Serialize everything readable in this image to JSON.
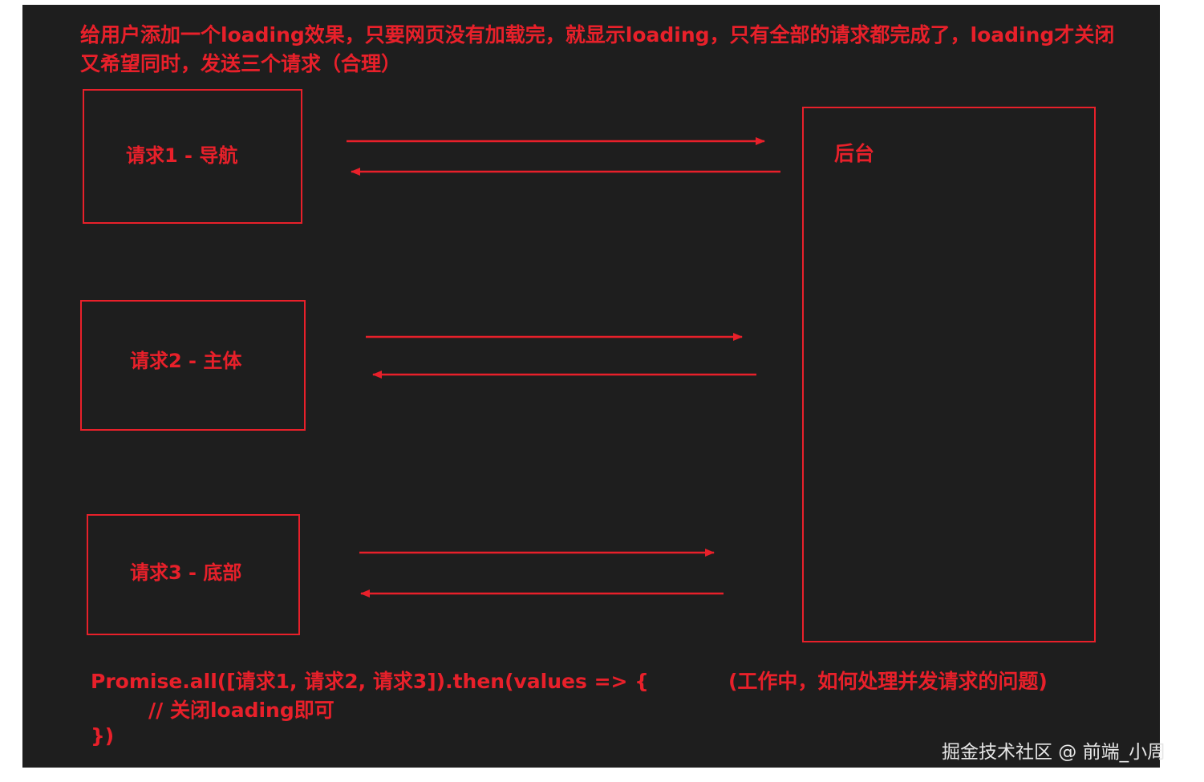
{
  "colors": {
    "background": "#1e1e1e",
    "accent": "#e8202a",
    "watermark": "#e6e6e6"
  },
  "header": {
    "line1": "给用户添加一个loading效果，只要网页没有加载完，就显示loading，只有全部的请求都完成了，loading才关闭",
    "line2": "又希望同时，发送三个请求（合理）"
  },
  "requests": [
    {
      "label": "请求1 - 导航"
    },
    {
      "label": "请求2 - 主体"
    },
    {
      "label": "请求3 - 底部"
    }
  ],
  "backend": {
    "label": "后台"
  },
  "code": {
    "line1": "Promise.all([请求1, 请求2, 请求3]).then(values => {",
    "line2": "// 关闭loading即可",
    "line3": "})"
  },
  "note": "(工作中，如何处理并发请求的问题)",
  "watermark": "掘金技术社区 @ 前端_小周"
}
